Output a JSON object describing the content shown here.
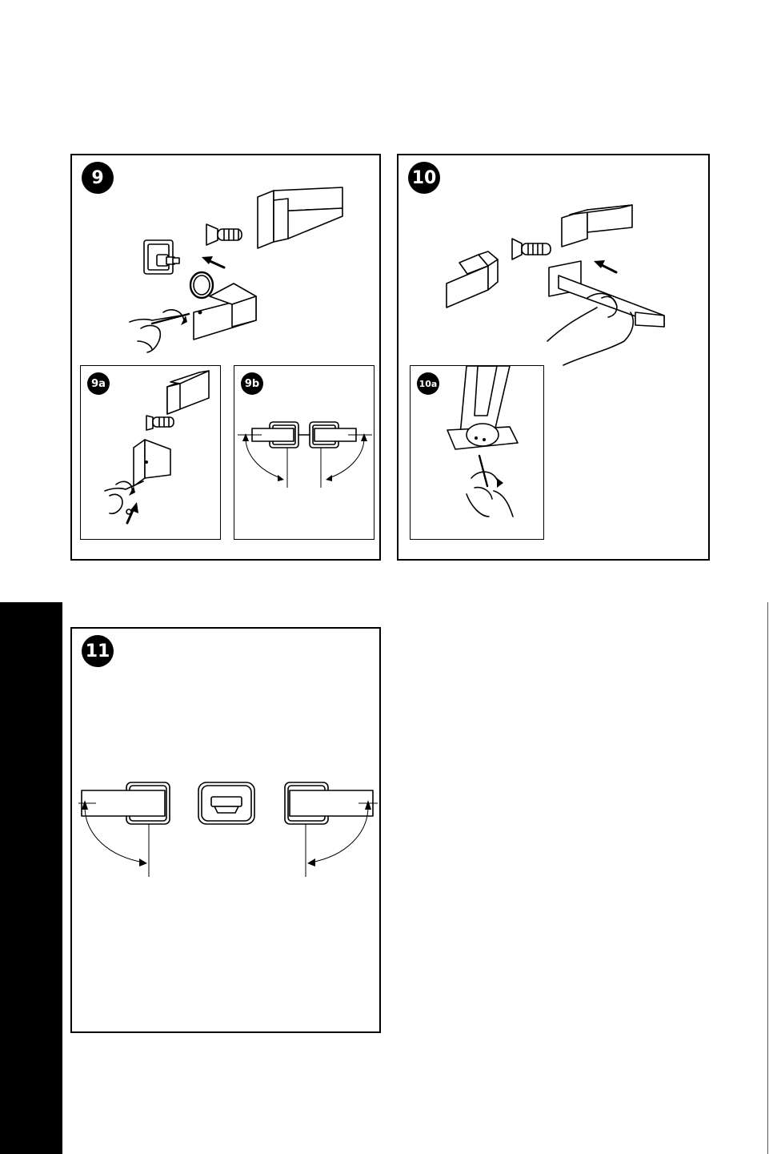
{
  "steps": {
    "step9": {
      "badge": "9"
    },
    "step9a": {
      "badge": "9a"
    },
    "step9b": {
      "badge": "9b"
    },
    "step10": {
      "badge": "10"
    },
    "step10a": {
      "badge": "10a"
    },
    "step11": {
      "badge": "11"
    }
  },
  "colors": {
    "ink": "#000000",
    "paper": "#ffffff"
  }
}
